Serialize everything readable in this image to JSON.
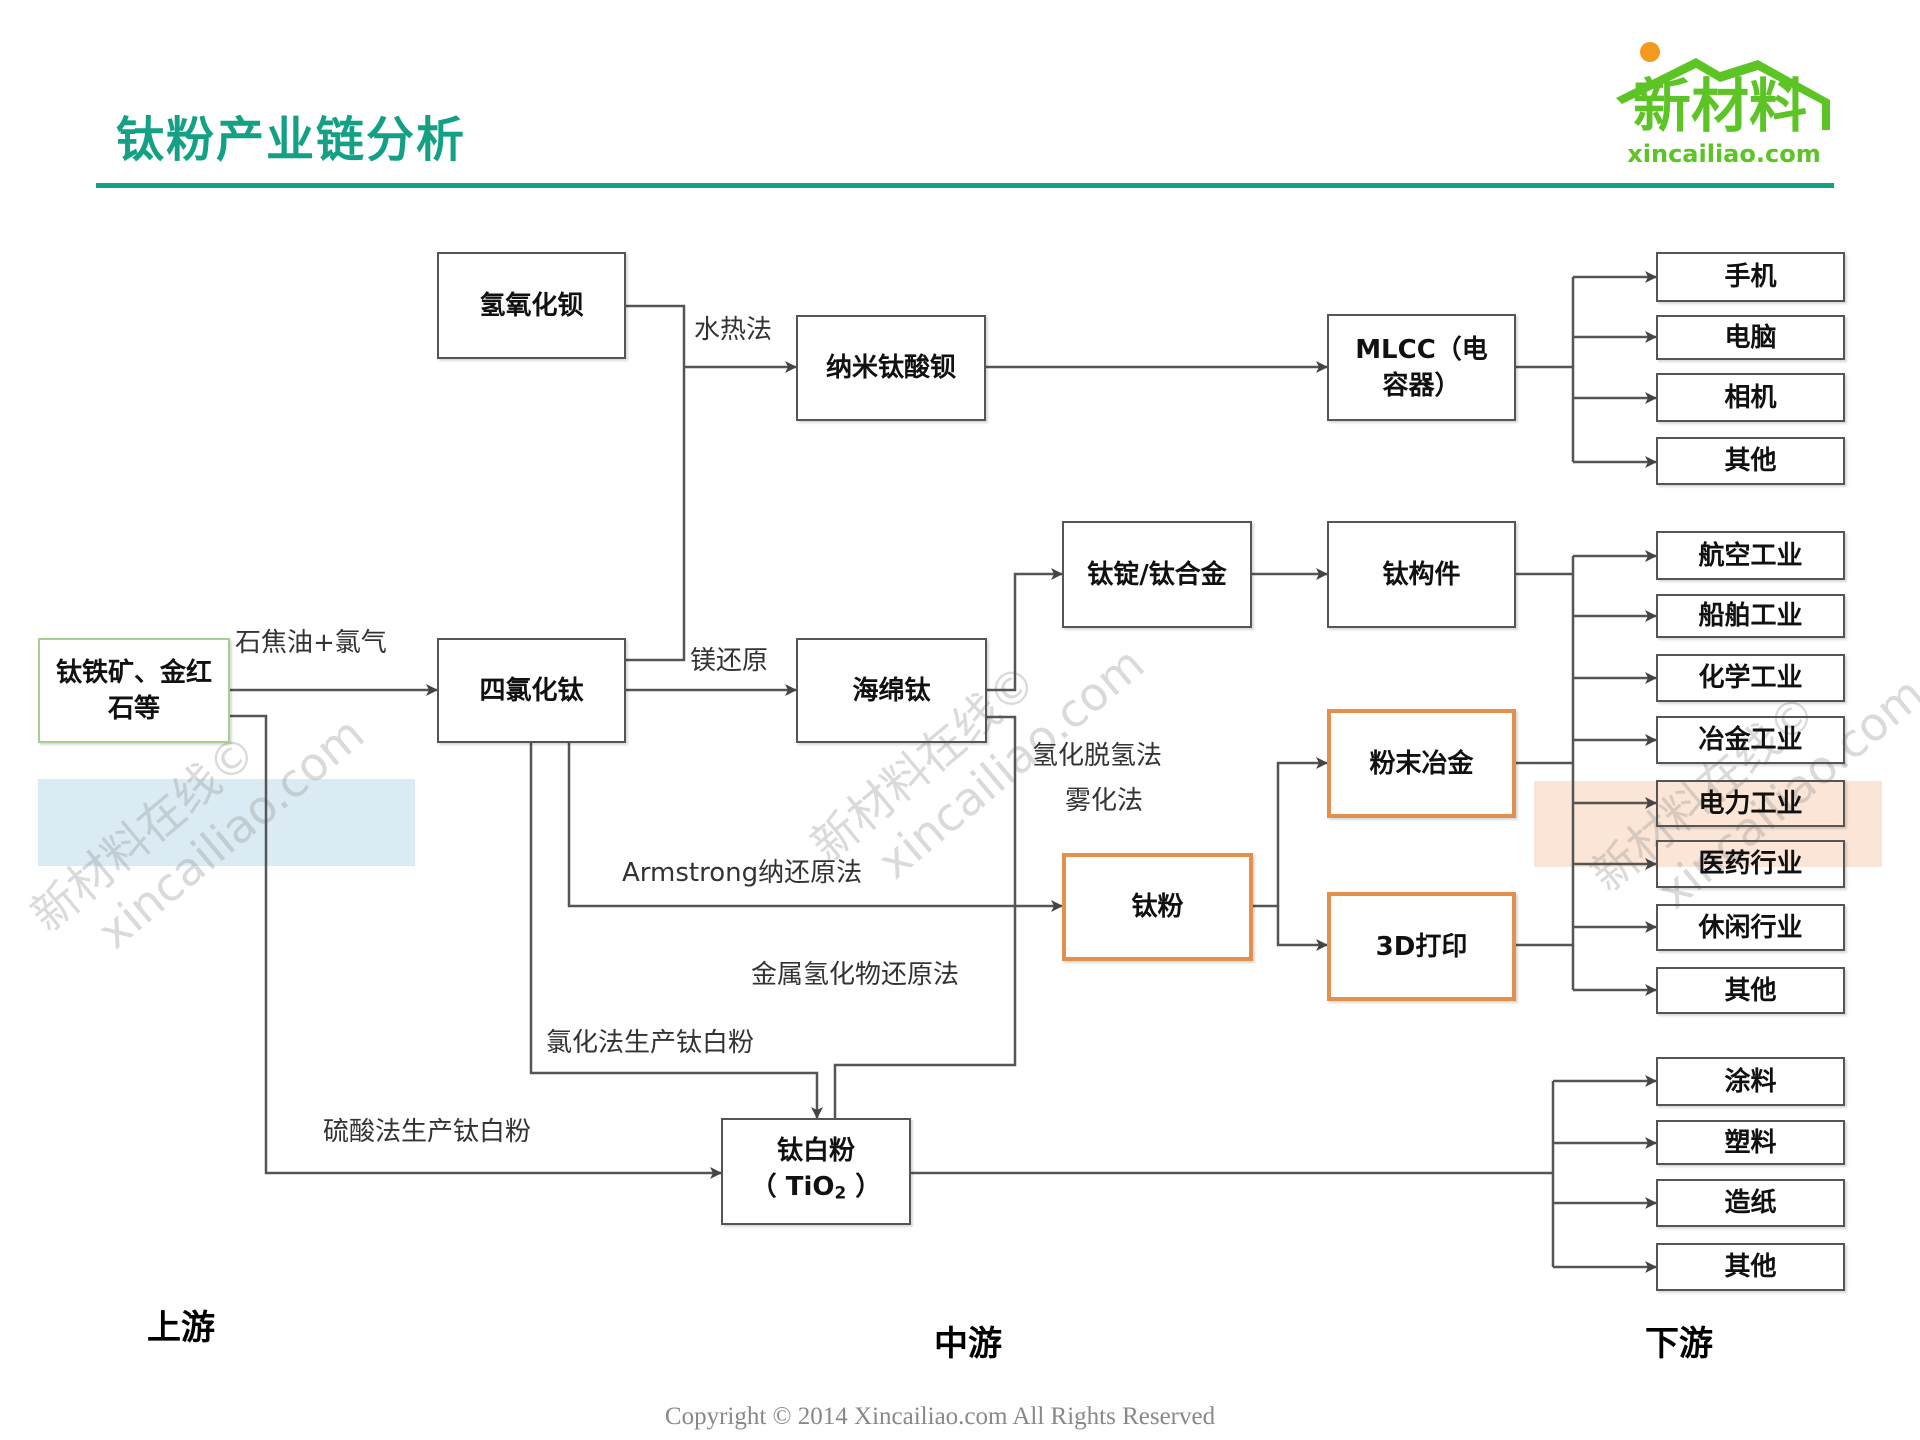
{
  "header": {
    "title": "钛粉产业链分析",
    "logo_text": "新材料",
    "logo_url_text": "xincailiao.com"
  },
  "colors": {
    "title_green": "#14a085",
    "logo_green": "#5cc424",
    "logo_sun": "#f39a1e",
    "highlight_orange": "#e3904f",
    "highlight_blue_band": "#daebf3",
    "highlight_peach_band": "#fbe5d6",
    "source_border_green": "#a8d08d"
  },
  "nodes": {
    "ore": "钛铁矿、金红石等",
    "ticl4": "四氯化钛",
    "baoh": "氢氧化钡",
    "nano_batio3": "纳米钛酸钡",
    "mlcc": "MLCC（电容器）",
    "sponge": "海绵钛",
    "ingot": "钛锭/钛合金",
    "component": "钛构件",
    "ti_powder": "钛粉",
    "powder_metallurgy": "粉末冶金",
    "printing_3d": "3D打印",
    "tio2_line1": "钛白粉",
    "tio2_line2_prefix": "（ TiO",
    "tio2_sub": "2",
    "tio2_line2_suffix": " ）"
  },
  "downstream": {
    "electronics": [
      "手机",
      "电脑",
      "相机",
      "其他"
    ],
    "industries": [
      "航空工业",
      "船舶工业",
      "化学工业",
      "冶金工业",
      "电力工业",
      "医药行业",
      "休闲行业",
      "其他"
    ],
    "tio2_uses": [
      "涂料",
      "塑料",
      "造纸",
      "其他"
    ]
  },
  "edge_labels": {
    "hydrothermal": "水热法",
    "coke_chlorine": "石焦油+氯气",
    "mg_reduction": "镁还原",
    "hdh": "氢化脱氢法",
    "atomization": "雾化法",
    "armstrong": "Armstrong纳还原法",
    "metal_hydride": "金属氢化物还原法",
    "chloride_tio2": "氯化法生产钛白粉",
    "sulfate_tio2": "硫酸法生产钛白粉"
  },
  "stages": {
    "upstream": "上游",
    "midstream": "中游",
    "downstream": "下游"
  },
  "watermark": {
    "line1": "新材料在线©",
    "line2": "xincailiao.com"
  },
  "footer": {
    "copyright": "Copyright © 2014   Xincailiao.com   All Rights Reserved"
  }
}
